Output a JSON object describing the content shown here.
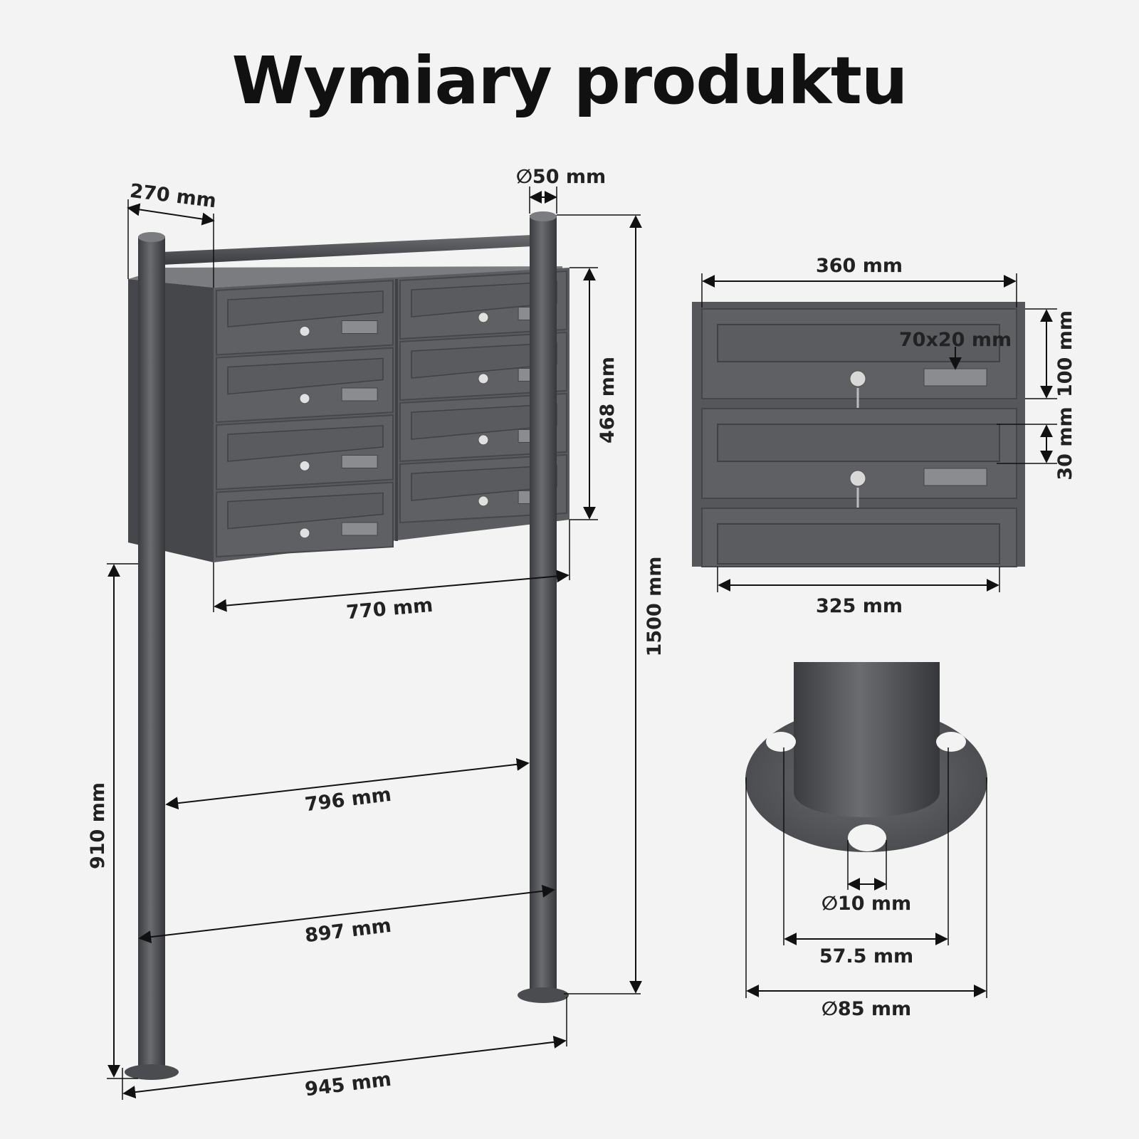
{
  "title": "Wymiary produktu",
  "colors": {
    "body": "#5a5c60",
    "dark": "#3f4145",
    "line": "#111111",
    "background": "#f3f3f3"
  },
  "dimensions": {
    "depth": "270 mm",
    "pole_diameter": "∅50 mm",
    "box_height": "468 mm",
    "box_width": "770 mm",
    "total_height": "1500 mm",
    "stand_height": "910 mm",
    "inner_width": "796 mm",
    "middle_width": "897 mm",
    "base_width": "945 mm",
    "slot_width": "360 mm",
    "label_size": "70x20 mm",
    "slot_height": "100 mm",
    "slot_gap": "30 mm",
    "flap_width": "325 mm",
    "hole_diameter": "∅10 mm",
    "hole_spacing": "57.5 mm",
    "plate_diameter": "∅85 mm"
  }
}
